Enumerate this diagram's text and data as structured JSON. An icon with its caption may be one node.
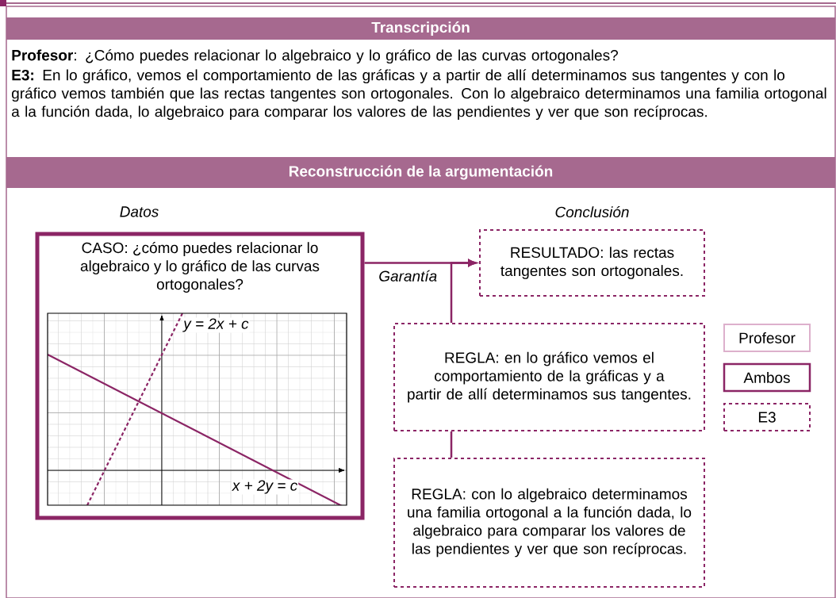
{
  "diagram": {
    "nodes": [
      {
        "text": [
          "Transcripción"
        ]
      },
      {
        "text": [
          "Reconstrucción de la argumentación"
        ]
      },
      {
        "text": [
          "CASO: ¿cómo puedes relacionar lo algebraico y lo gráfico de las curvas ortogonales?"
        ],
        "beside": [
          "Datos"
        ]
      },
      {
        "text": [
          "RESULTADO: las rectas tangentes son ortogonales."
        ],
        "beside": [
          "Conclusión"
        ]
      },
      {
        "text": [
          "REGLA: en lo gráfico vemos el comportamiento de la gráficas y a partir de allí determinamos sus tangentes."
        ]
      },
      {
        "text": [
          "REGLA: con lo algebraico determinamos una familia ortogonal a la función dada, lo algebraico para comparar los valores de las pendientes y ver que son recíprocas."
        ]
      }
    ],
    "edges": [
      {
        "from": 2,
        "to": 3,
        "arrow": "to",
        "label": "Garantía"
      },
      {
        "from": 4,
        "to": 3,
        "arrow": "to"
      },
      {
        "from": 5,
        "to": 4,
        "arrow": "none"
      }
    ],
    "labels": [
      "**Profesor**: ¿Cómo puedes relacionar lo algebraico y lo gráfico de las curvas ortogonales?",
      "**E3:** En lo gráfico, vemos el comportamiento de las gráficas y a partir de allí determinamos sus tangentes y con lo gráfico vemos también que las rectas tangentes son ortogonales. Con lo algebraico determinamos una familia ortogonal a la función dada, lo algebraico para comparar los valores de las pendientes y ver que son recíprocas.",
      "y = 2x + c",
      "x + 2y = c"
    ],
    "legend": [
      {
        "text": "Profesor"
      },
      {
        "text": "Ambos"
      },
      {
        "text": "E3"
      }
    ]
  }
}
